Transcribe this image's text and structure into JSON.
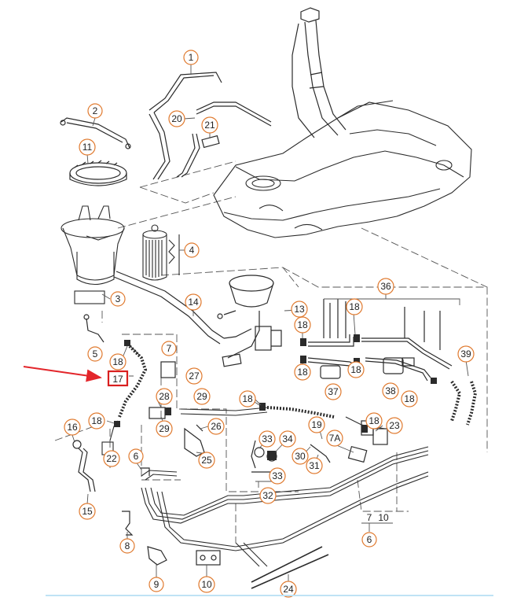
{
  "diagram": {
    "part_numbers": [
      {
        "id": "p1",
        "text": "1"
      },
      {
        "id": "p2",
        "text": "2"
      },
      {
        "id": "p11",
        "text": "11"
      },
      {
        "id": "p20",
        "text": "20"
      },
      {
        "id": "p21",
        "text": "21"
      },
      {
        "id": "p3",
        "text": "3"
      },
      {
        "id": "p4",
        "text": "4"
      },
      {
        "id": "p14",
        "text": "14"
      },
      {
        "id": "p13",
        "text": "13"
      },
      {
        "id": "p36",
        "text": "36"
      },
      {
        "id": "p18a",
        "text": "18"
      },
      {
        "id": "p18b",
        "text": "18"
      },
      {
        "id": "p18c",
        "text": "18"
      },
      {
        "id": "p18d",
        "text": "18"
      },
      {
        "id": "p18e",
        "text": "18"
      },
      {
        "id": "p18f",
        "text": "18"
      },
      {
        "id": "p18g",
        "text": "18"
      },
      {
        "id": "p18h",
        "text": "18"
      },
      {
        "id": "p18i",
        "text": "18"
      },
      {
        "id": "p5",
        "text": "5"
      },
      {
        "id": "p7",
        "text": "7"
      },
      {
        "id": "p27",
        "text": "27"
      },
      {
        "id": "p29a",
        "text": "29"
      },
      {
        "id": "p28",
        "text": "28"
      },
      {
        "id": "p29b",
        "text": "29"
      },
      {
        "id": "p26",
        "text": "26"
      },
      {
        "id": "p25",
        "text": "25"
      },
      {
        "id": "p37",
        "text": "37"
      },
      {
        "id": "p38",
        "text": "38"
      },
      {
        "id": "p39",
        "text": "39"
      },
      {
        "id": "p19",
        "text": "19"
      },
      {
        "id": "p23",
        "text": "23"
      },
      {
        "id": "p7a",
        "text": "7A"
      },
      {
        "id": "p33a",
        "text": "33"
      },
      {
        "id": "p34",
        "text": "34"
      },
      {
        "id": "p30",
        "text": "30"
      },
      {
        "id": "p31",
        "text": "31"
      },
      {
        "id": "p33b",
        "text": "33"
      },
      {
        "id": "p32",
        "text": "32"
      },
      {
        "id": "p16",
        "text": "16"
      },
      {
        "id": "p22",
        "text": "22"
      },
      {
        "id": "p6a",
        "text": "6"
      },
      {
        "id": "p15",
        "text": "15"
      },
      {
        "id": "p8",
        "text": "8"
      },
      {
        "id": "p9",
        "text": "9"
      },
      {
        "id": "p10",
        "text": "10"
      },
      {
        "id": "p24",
        "text": "24"
      },
      {
        "id": "p7b",
        "text": "7"
      },
      {
        "id": "p10b",
        "text": "10"
      },
      {
        "id": "p6b",
        "text": "6"
      }
    ],
    "highlighted_part": "17",
    "colors": {
      "callout_stroke": "#e07a2f",
      "highlight_stroke": "#d91f1f",
      "arrow": "#e3262b",
      "line_art": "#2b2b2b",
      "leader": "#555555"
    }
  }
}
